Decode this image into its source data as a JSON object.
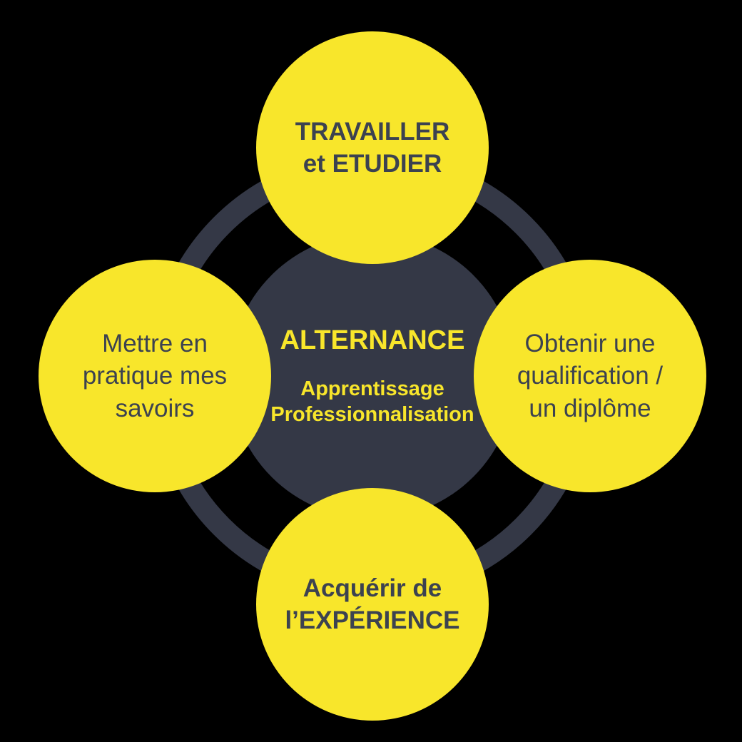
{
  "diagram": {
    "title": "ALTERNANCE",
    "subtitle_lines": [
      "Apprentissage",
      "Professionnalisation"
    ],
    "circles": {
      "top": {
        "lines": [
          "TRAVAILLER",
          "et ETUDIER"
        ]
      },
      "left": {
        "lines": [
          "Mettre en",
          "pratique mes",
          "savoirs"
        ]
      },
      "right": {
        "lines": [
          "Obtenir une",
          "qualification /",
          "un diplôme"
        ]
      },
      "bottom": {
        "lines": [
          "Acquérir de",
          "l’EXPÉRIENCE"
        ]
      }
    },
    "colors": {
      "background": "#000000",
      "circle_yellow": "#F8E62B",
      "shape_dark": "#343846",
      "circle_text_dark": "#3C4250",
      "center_text_yellow": "#F8E62B"
    }
  }
}
